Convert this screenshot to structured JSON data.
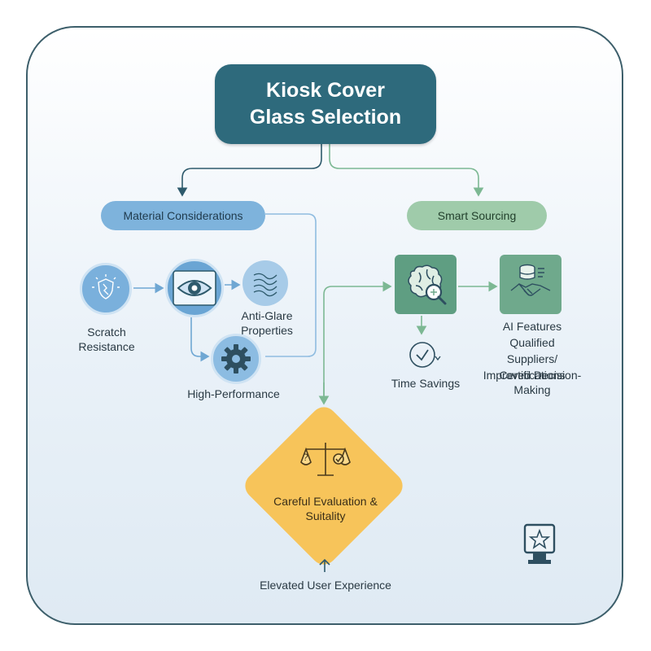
{
  "diagram": {
    "title": "Kiosk Cover Glass Selection",
    "branches": {
      "material": {
        "label": "Material Considerations",
        "nodes": {
          "scratch": {
            "label": "Scratch Resistance",
            "icon": "shield-crack-icon"
          },
          "optical": {
            "icon": "eye-icon"
          },
          "antiglare": {
            "label": "Anti-Glare Properties",
            "icon": "texture-lines-icon"
          },
          "performance": {
            "label": "High-Performance",
            "icon": "gear-icon"
          }
        }
      },
      "sourcing": {
        "label": "Smart Sourcing",
        "nodes": {
          "ai": {
            "icon": "brain-magnifier-icon"
          },
          "time": {
            "label": "Time Savings",
            "icon": "clock-icon"
          },
          "suppliers": {
            "label": "AI Features Qualified Suppliers/ Certifications",
            "icon": "database-handshake-icon"
          },
          "decision": {
            "label": "Improved Decision-Making"
          }
        }
      }
    },
    "evaluation": {
      "label": "Careful Evaluation & Suitality",
      "icon": "balance-scale-icon"
    },
    "outcome": {
      "label": "Elevated User Experience",
      "icon": "up-arrow-icon"
    },
    "corner_icon": "kiosk-star-icon"
  },
  "colors": {
    "title_box": "#2e6a7c",
    "material_accent": "#7eb3dc",
    "sourcing_accent": "#9fcbaa",
    "evaluation_fill": "#f7c45a",
    "frame_border": "#3d5f6b"
  }
}
